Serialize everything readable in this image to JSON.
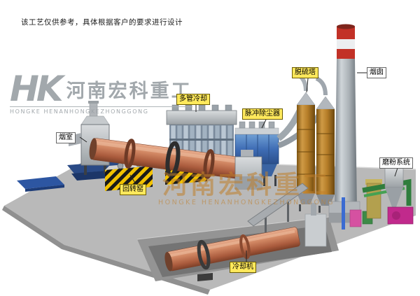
{
  "note": "该工艺仅供参考，具体根据客户的要求进行设计",
  "watermark_left": {
    "initials": "HK",
    "brand_cn": "河南宏科重工",
    "brand_en": "HONGKE HENANHONGKEZHONGGONG"
  },
  "watermark_center": {
    "brand_cn": "河南宏科重工",
    "brand_en": "HONGKE HENANHONGKEZHONGGONG"
  },
  "labels": {
    "smoke_chamber": "烟室",
    "rotary_kiln": "回转窑",
    "multi_tube_cooler": "多管冷却",
    "pulse_dust_collector": "脉冲除尘器",
    "desulfurization_tower": "脱硫塔",
    "chimney": "烟囱",
    "grinding_system": "磨粉系统",
    "cooling_machine": "冷却机"
  },
  "colors": {
    "kiln_salmon": "#c97a58",
    "label_yellow": "#ffe95c",
    "dust_collector_blue": "#3f6db5",
    "tower_amber": "#b57d28",
    "chimney_red": "#c23127",
    "platform_gray": "#b9b9b9",
    "watermark_orange": "#c07f2b"
  }
}
